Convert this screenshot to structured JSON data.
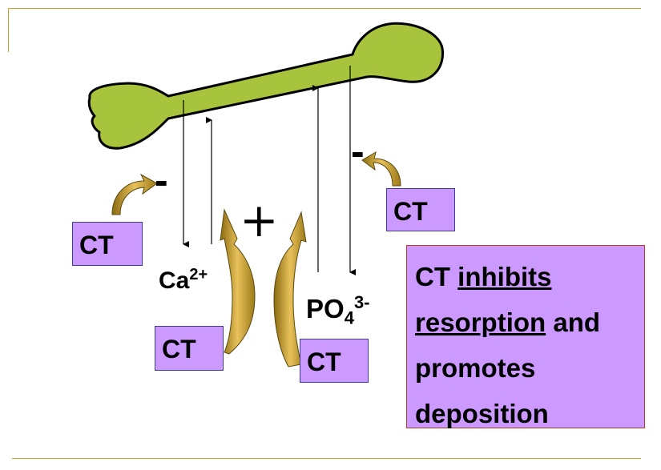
{
  "diagram": {
    "ct_label": "CT",
    "calcium": {
      "symbol": "Ca",
      "charge": "2+"
    },
    "phosphate": {
      "symbol": "PO",
      "subscript": "4",
      "charge": "3-"
    },
    "minus_sign": "-",
    "plus_sign": "+",
    "note": {
      "part1": "CT ",
      "underline1": "inhibits",
      "underline2": "resorption",
      "part2": " and promotes deposition"
    },
    "colors": {
      "bone": "#a8c43c",
      "ct_box": "#cc99ff",
      "curved_arrow": "#c9a227",
      "frame": "#c9a227"
    }
  }
}
